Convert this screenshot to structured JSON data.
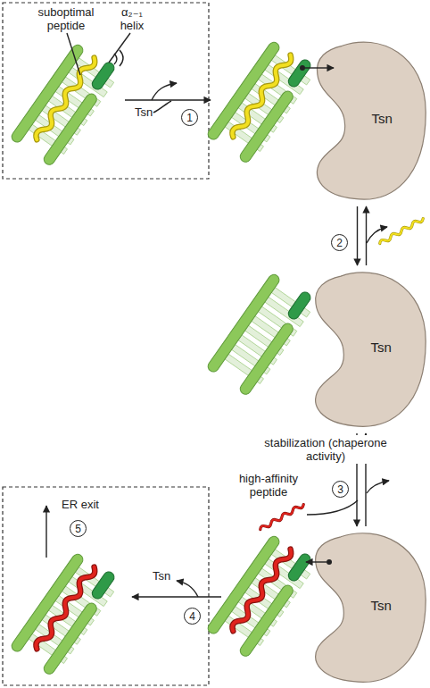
{
  "diagram": {
    "nodes": [
      {
        "text": [
          "1"
        ]
      },
      {
        "text": [
          "Tsn"
        ]
      },
      {
        "text": [
          "2"
        ]
      },
      {
        "text": [
          "Tsn"
        ]
      },
      {
        "text": [
          "3"
        ]
      },
      {
        "text": [
          "Tsn"
        ]
      },
      {
        "text": [
          "4"
        ]
      },
      {
        "text": [
          "5"
        ]
      }
    ],
    "edges": [
      {
        "from": 1,
        "to": 3,
        "arrow": "both"
      },
      {
        "from": 3,
        "to": 5,
        "arrow": "both",
        "label": "stabilization (chaperone activity)"
      }
    ],
    "labels": [
      "suboptimal peptide",
      "α₂₋₁ helix",
      "Tsn",
      "high-affinity peptide",
      "ER exit",
      "Tsn"
    ]
  }
}
